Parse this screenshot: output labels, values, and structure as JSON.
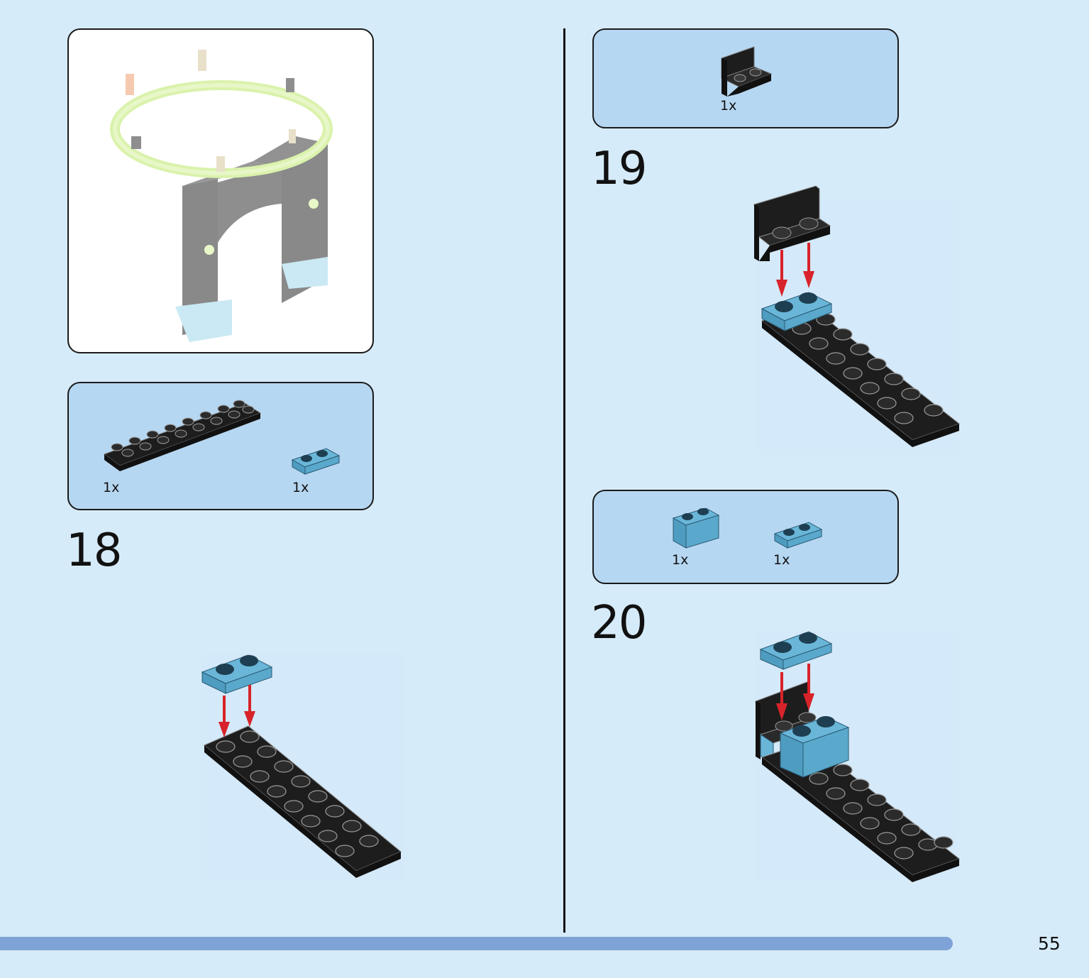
{
  "page": {
    "number": "55",
    "progress": 0.935
  },
  "preview": {
    "description_icon": "archway-with-ring-assembly-icon"
  },
  "steps": [
    {
      "number": "18",
      "parts": [
        {
          "qty": "1x",
          "icon": "black-plate-2x8-icon",
          "color": "#1d1d1d"
        },
        {
          "qty": "1x",
          "icon": "light-blue-plate-1x2-icon",
          "color": "#6ab6d8"
        }
      ]
    },
    {
      "number": "19",
      "parts": [
        {
          "qty": "1x",
          "icon": "black-bracket-1x2-icon",
          "color": "#1d1d1d"
        }
      ]
    },
    {
      "number": "20",
      "parts": [
        {
          "qty": "1x",
          "icon": "light-blue-brick-1x2-icon",
          "color": "#6ab6d8"
        },
        {
          "qty": "1x",
          "icon": "light-blue-plate-1x2-icon",
          "color": "#6ab6d8"
        }
      ]
    }
  ],
  "colors": {
    "background": "#d6ebf9",
    "parts_panel": "#b6d7f2",
    "arrow": "#d8232a",
    "progress": "#7fa3d6"
  }
}
